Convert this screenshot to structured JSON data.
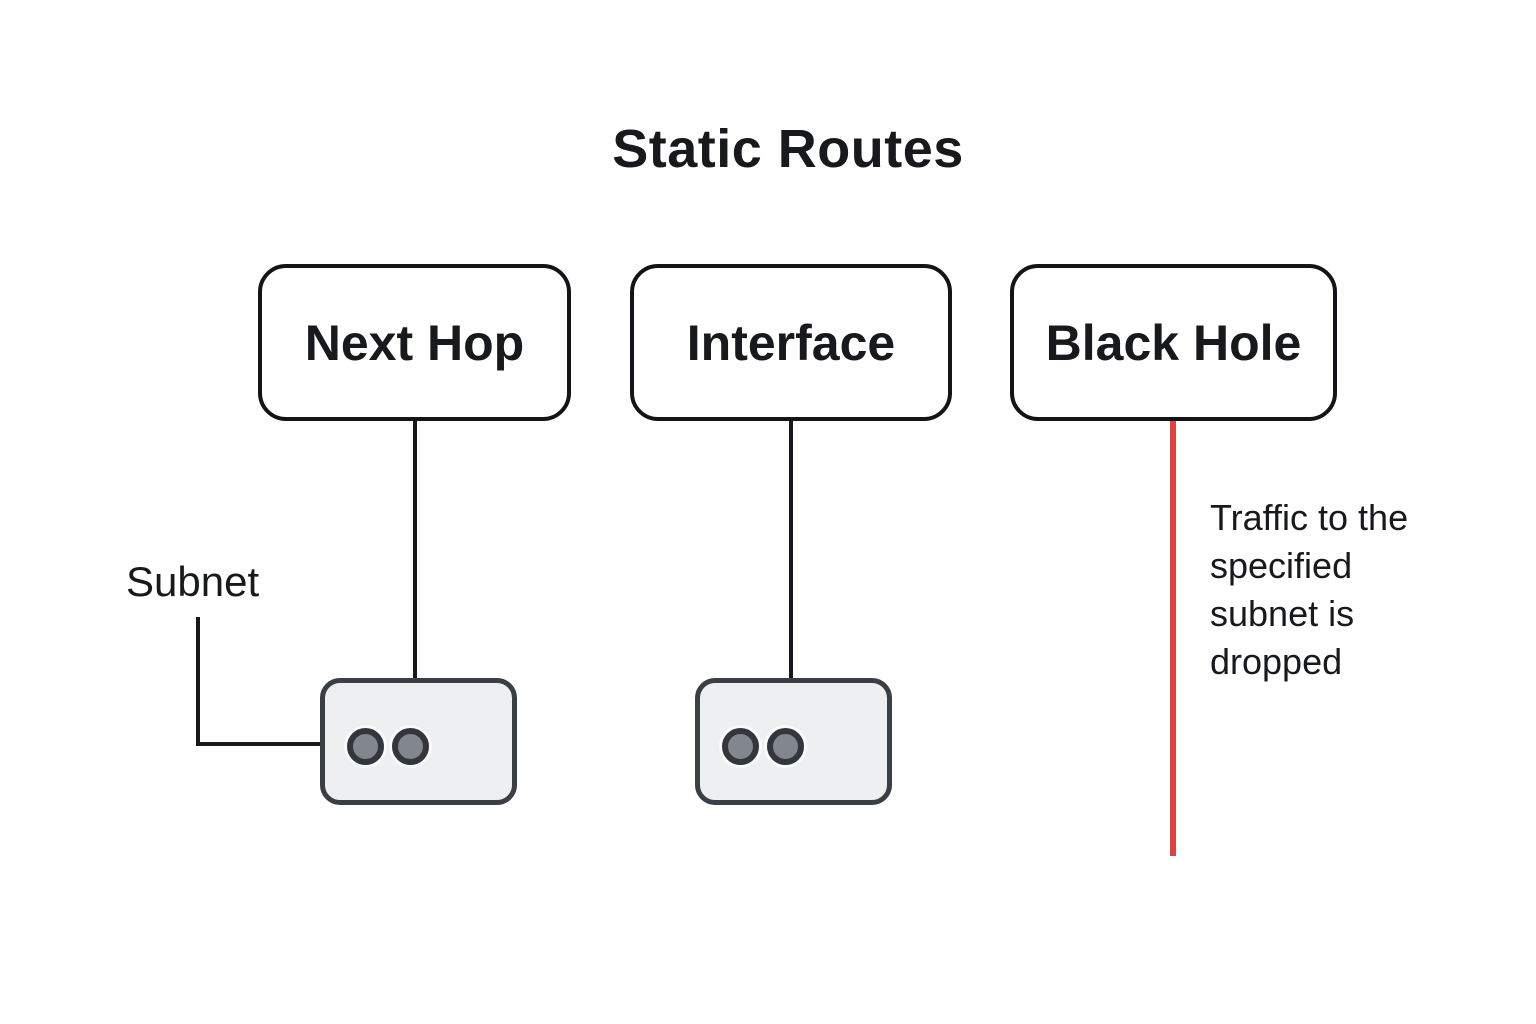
{
  "title": "Static Routes",
  "routes": [
    {
      "label": "Next Hop"
    },
    {
      "label": "Interface"
    },
    {
      "label": "Black Hole"
    }
  ],
  "subnet": {
    "label": "Subnet"
  },
  "blackhole": {
    "note": "Traffic to the specified subnet is dropped"
  },
  "colors": {
    "line_black": "#16181b",
    "box_border": "#121417",
    "device_border": "#3a3e45",
    "device_fill": "#edeff1",
    "port_ring": "#33373d",
    "port_inner": "#82868d",
    "drop_red": "#df423f",
    "text": "#17191c",
    "background": "#ffffff"
  }
}
